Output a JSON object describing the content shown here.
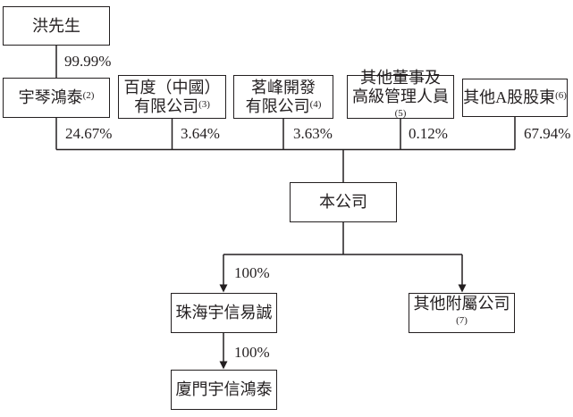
{
  "diagram": {
    "title": "shareholding-structure-chart",
    "line_color": "#231f20",
    "background_color": "#ffffff",
    "nodes": {
      "hong": {
        "line1": "洪先生"
      },
      "yuqin": {
        "line1": "宇琴鴻泰",
        "sup": "(2)"
      },
      "baidu": {
        "line1": "百度（中國）",
        "line2": "有限公司",
        "sup": "(3)"
      },
      "mingfeng": {
        "line1": "茗峰開發",
        "line2": "有限公司",
        "sup": "(4)"
      },
      "directors": {
        "line1": "其他董事及",
        "line2": "高級管理人員",
        "sup": "(5)"
      },
      "ashare": {
        "line1": "其他A股股東",
        "sup": "(6)"
      },
      "company": {
        "line1": "本公司"
      },
      "zhuhai": {
        "line1": "珠海宇信易誠"
      },
      "subsidiaries": {
        "line1": "其他附屬公司",
        "sup": "(7)"
      },
      "xiamen": {
        "line1": "廈門宇信鴻泰"
      }
    },
    "edge_labels": {
      "hong_to_yuqin": "99.99%",
      "yuqin_to_company": "24.67%",
      "baidu_to_company": "3.64%",
      "mingfeng_to_company": "3.63%",
      "directors_to_company": "0.12%",
      "ashare_to_company": "67.94%",
      "company_to_zhuhai": "100%",
      "zhuhai_to_xiamen": "100%"
    }
  }
}
